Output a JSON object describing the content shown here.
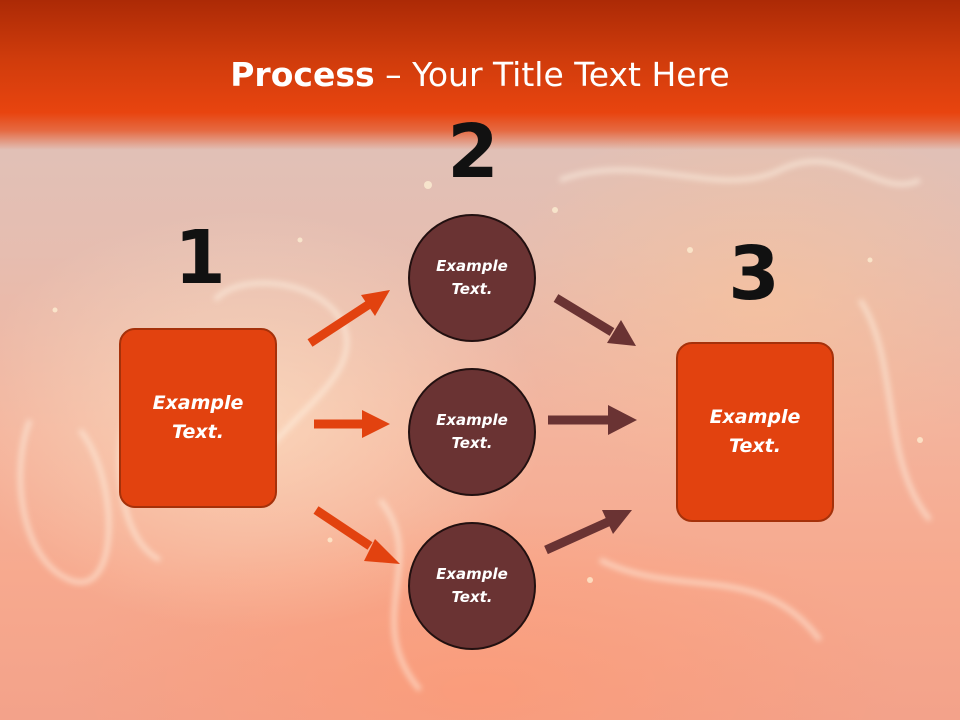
{
  "title": {
    "bold": "Process",
    "rest": " – Your Title Text Here"
  },
  "steps": [
    {
      "number": "1",
      "label": "Example Text."
    },
    {
      "number": "2",
      "labels": [
        "Example Text.",
        "Example Text.",
        "Example Text."
      ]
    },
    {
      "number": "3",
      "label": "Example Text."
    }
  ],
  "colors": {
    "title_band": "#e8440f",
    "box_fill": "#e2420f",
    "circle_fill": "#6a3333",
    "arrow_orange": "#e2420f",
    "arrow_brown": "#6a3333",
    "number_text": "#111111"
  }
}
